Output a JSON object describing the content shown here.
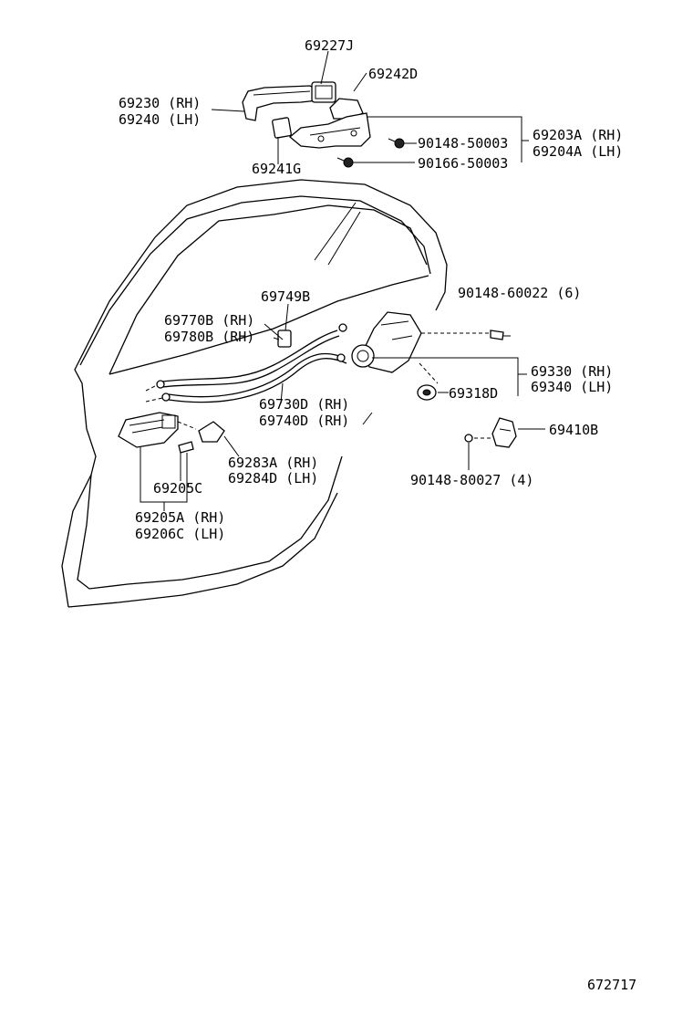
{
  "labels": {
    "l69227J": "69227J",
    "l69242D": "69242D",
    "l69230": "69230 (RH)",
    "l69240": "69240 (LH)",
    "l69203A": "69203A (RH)",
    "l69204A": "69204A (LH)",
    "l90148_50003": "90148-50003",
    "l90166_50003": "90166-50003",
    "l69241G": "69241G",
    "l90148_60022": "90148-60022 (6)",
    "l69749B": "69749B",
    "l69770B": "69770B (RH)",
    "l69780B": "69780B (RH)",
    "l69330": "69330 (RH)",
    "l69340": "69340 (LH)",
    "l69318D": "69318D",
    "l69730D": "69730D (RH)",
    "l69740D": "69740D (RH)",
    "l69410B": "69410B",
    "l69283A": "69283A (RH)",
    "l69284D": "69284D (LH)",
    "l69205C": "69205C",
    "l90148_80027": "90148-80027 (4)",
    "l69205A": "69205A (RH)",
    "l69206C": "69206C (LH)",
    "diagram_id": "672717"
  }
}
